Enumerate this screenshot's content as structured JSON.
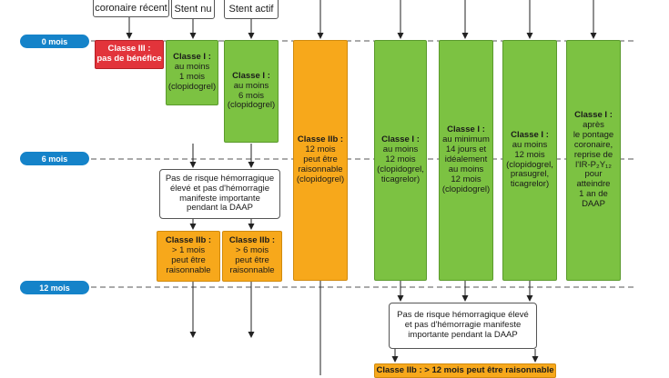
{
  "top_boxes": {
    "coronary_label": "coronaire récent",
    "bare_stent": "Stent nu",
    "active_stent": "Stent actif"
  },
  "time_markers": [
    "0 mois",
    "6 mois",
    "12 mois"
  ],
  "boxes": {
    "red_box": {
      "title": "Classe III :",
      "text": "pas de bénéfice"
    },
    "bare_stent_class1": {
      "title": "Classe I :",
      "lines": [
        "au moins",
        "1 mois",
        "(clopidogrel)"
      ]
    },
    "active_stent_class1": {
      "title": "Classe I :",
      "lines": [
        "au moins",
        "6 mois",
        "(clopidogrel)"
      ]
    },
    "orange_tall": {
      "title": "Classe IIb :",
      "lines": [
        "12 mois",
        "peut être",
        "raisonnable",
        "(clopidogrel)"
      ]
    },
    "green_col1": {
      "title": "Classe I :",
      "lines": [
        "au moins",
        "12 mois",
        "(clopidogrel,",
        "ticagrelor)"
      ]
    },
    "green_col2": {
      "title": "Classe I :",
      "lines": [
        "au minimum",
        "14 jours et",
        "idéalement",
        "au moins",
        "12 mois",
        "(clopidogrel)"
      ]
    },
    "green_col3": {
      "title": "Classe I :",
      "lines": [
        "au moins",
        "12 mois",
        "(clopidogrel,",
        "prasugrel,",
        "ticagrelor)"
      ]
    },
    "green_col4": {
      "title": "Classe I :",
      "lines": [
        "après",
        "le pontage",
        "coronaire,",
        "reprise de",
        "l'IR-P₂Y₁₂",
        "pour",
        "atteindre",
        "1 an de",
        "DAAP"
      ]
    },
    "risk_box_left": {
      "lines": [
        "Pas de risque hémorragique",
        "élevé et pas d'hémorragie",
        "manifeste importante",
        "pendant la DAAP"
      ]
    },
    "orange_small_1": {
      "title": "Classe IIb :",
      "lines": [
        "> 1 mois",
        "peut être",
        "raisonnable"
      ]
    },
    "orange_small_2": {
      "title": "Classe IIb :",
      "lines": [
        "> 6 mois",
        "peut être",
        "raisonnable"
      ]
    },
    "risk_box_right": {
      "lines": [
        "Pas de risque hémorragique élevé",
        "et pas d'hémorragie manifeste",
        "importante pendant la DAAP"
      ]
    },
    "orange_bottom": {
      "text": "Classe IIb : > 12 mois peut être raisonnable"
    }
  },
  "colors": {
    "green": "#7cc242",
    "orange": "#f7a81b",
    "red": "#e2343b",
    "marker_blue": "#1583c9"
  }
}
